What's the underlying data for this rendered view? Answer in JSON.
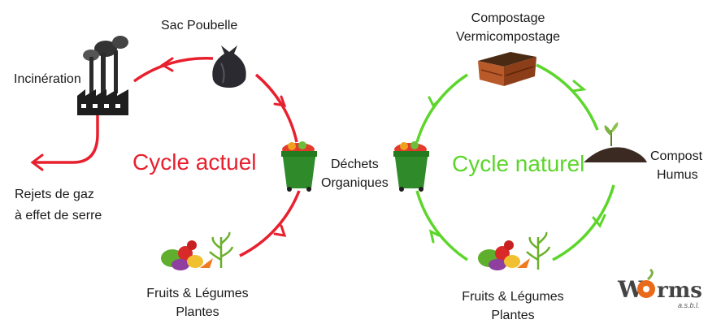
{
  "left_cycle": {
    "title": "Cycle actuel",
    "color": "#e8202e",
    "nodes": {
      "sac_poubelle": "Sac Poubelle",
      "incineration": "Incinération",
      "rejets_line1": "Rejets de gaz",
      "rejets_line2": "à effet de serre",
      "fruits_line1": "Fruits & Légumes",
      "fruits_line2": "Plantes"
    }
  },
  "center": {
    "line1": "Déchets",
    "line2": "Organiques"
  },
  "right_cycle": {
    "title": "Cycle naturel",
    "color": "#5cd62a",
    "nodes": {
      "compostage_line1": "Compostage",
      "compostage_line2": "Vermicompostage",
      "compost_line1": "Compost",
      "compost_line2": "Humus",
      "fruits_line1": "Fruits & Légumes",
      "fruits_line2": "Plantes"
    }
  },
  "logo": {
    "name": "worms",
    "subtitle": "a.s.b.l."
  }
}
